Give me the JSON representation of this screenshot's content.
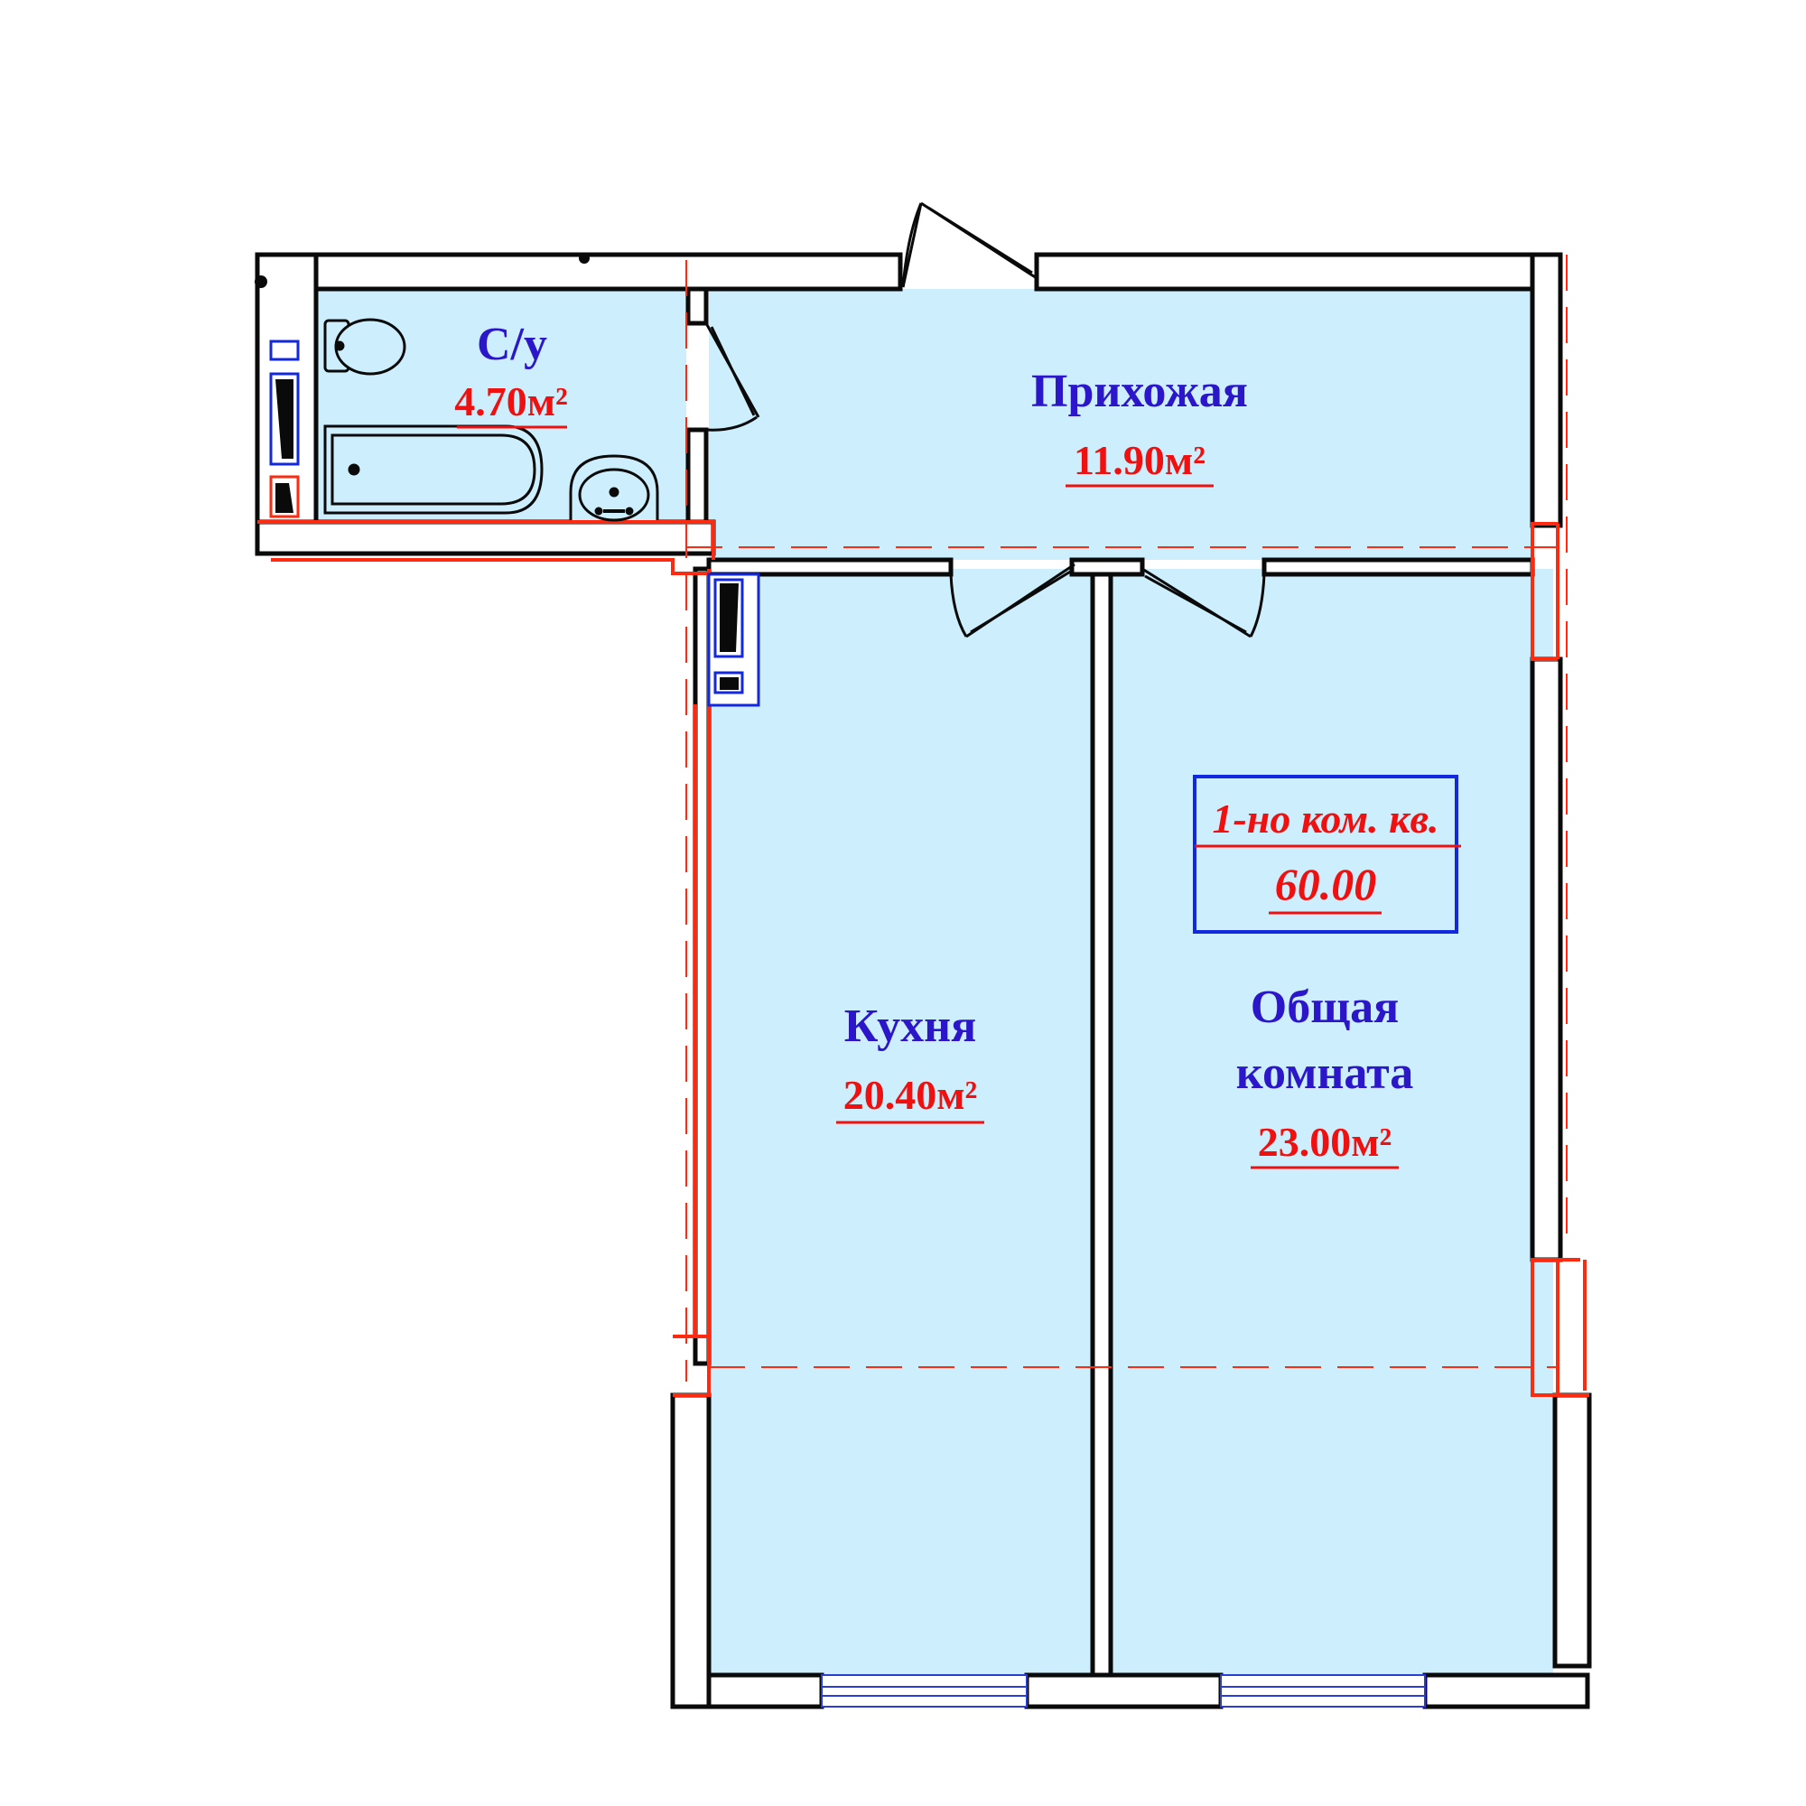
{
  "colors": {
    "room_fill": "#cdeffd",
    "wall": "#0a0a0a",
    "wall_fill": "#ffffff",
    "label_blue": "#2b17c9",
    "area_red": "#f01010",
    "outline_red": "#ff2a10",
    "fixture_blue": "#1228e0",
    "window_blue": "#2a3dd6"
  },
  "rooms": {
    "bathroom": {
      "name": "С/у",
      "area": "4.70м²"
    },
    "hallway": {
      "name": "Прихожая",
      "area": "11.90м²"
    },
    "kitchen": {
      "name": "Кухня",
      "area": "20.40м²"
    },
    "living": {
      "name_line1": "Общая",
      "name_line2": "комната",
      "area": "23.00м²"
    }
  },
  "apartment_badge": {
    "type": "1-но ком. кв.",
    "total_area": "60.00"
  }
}
